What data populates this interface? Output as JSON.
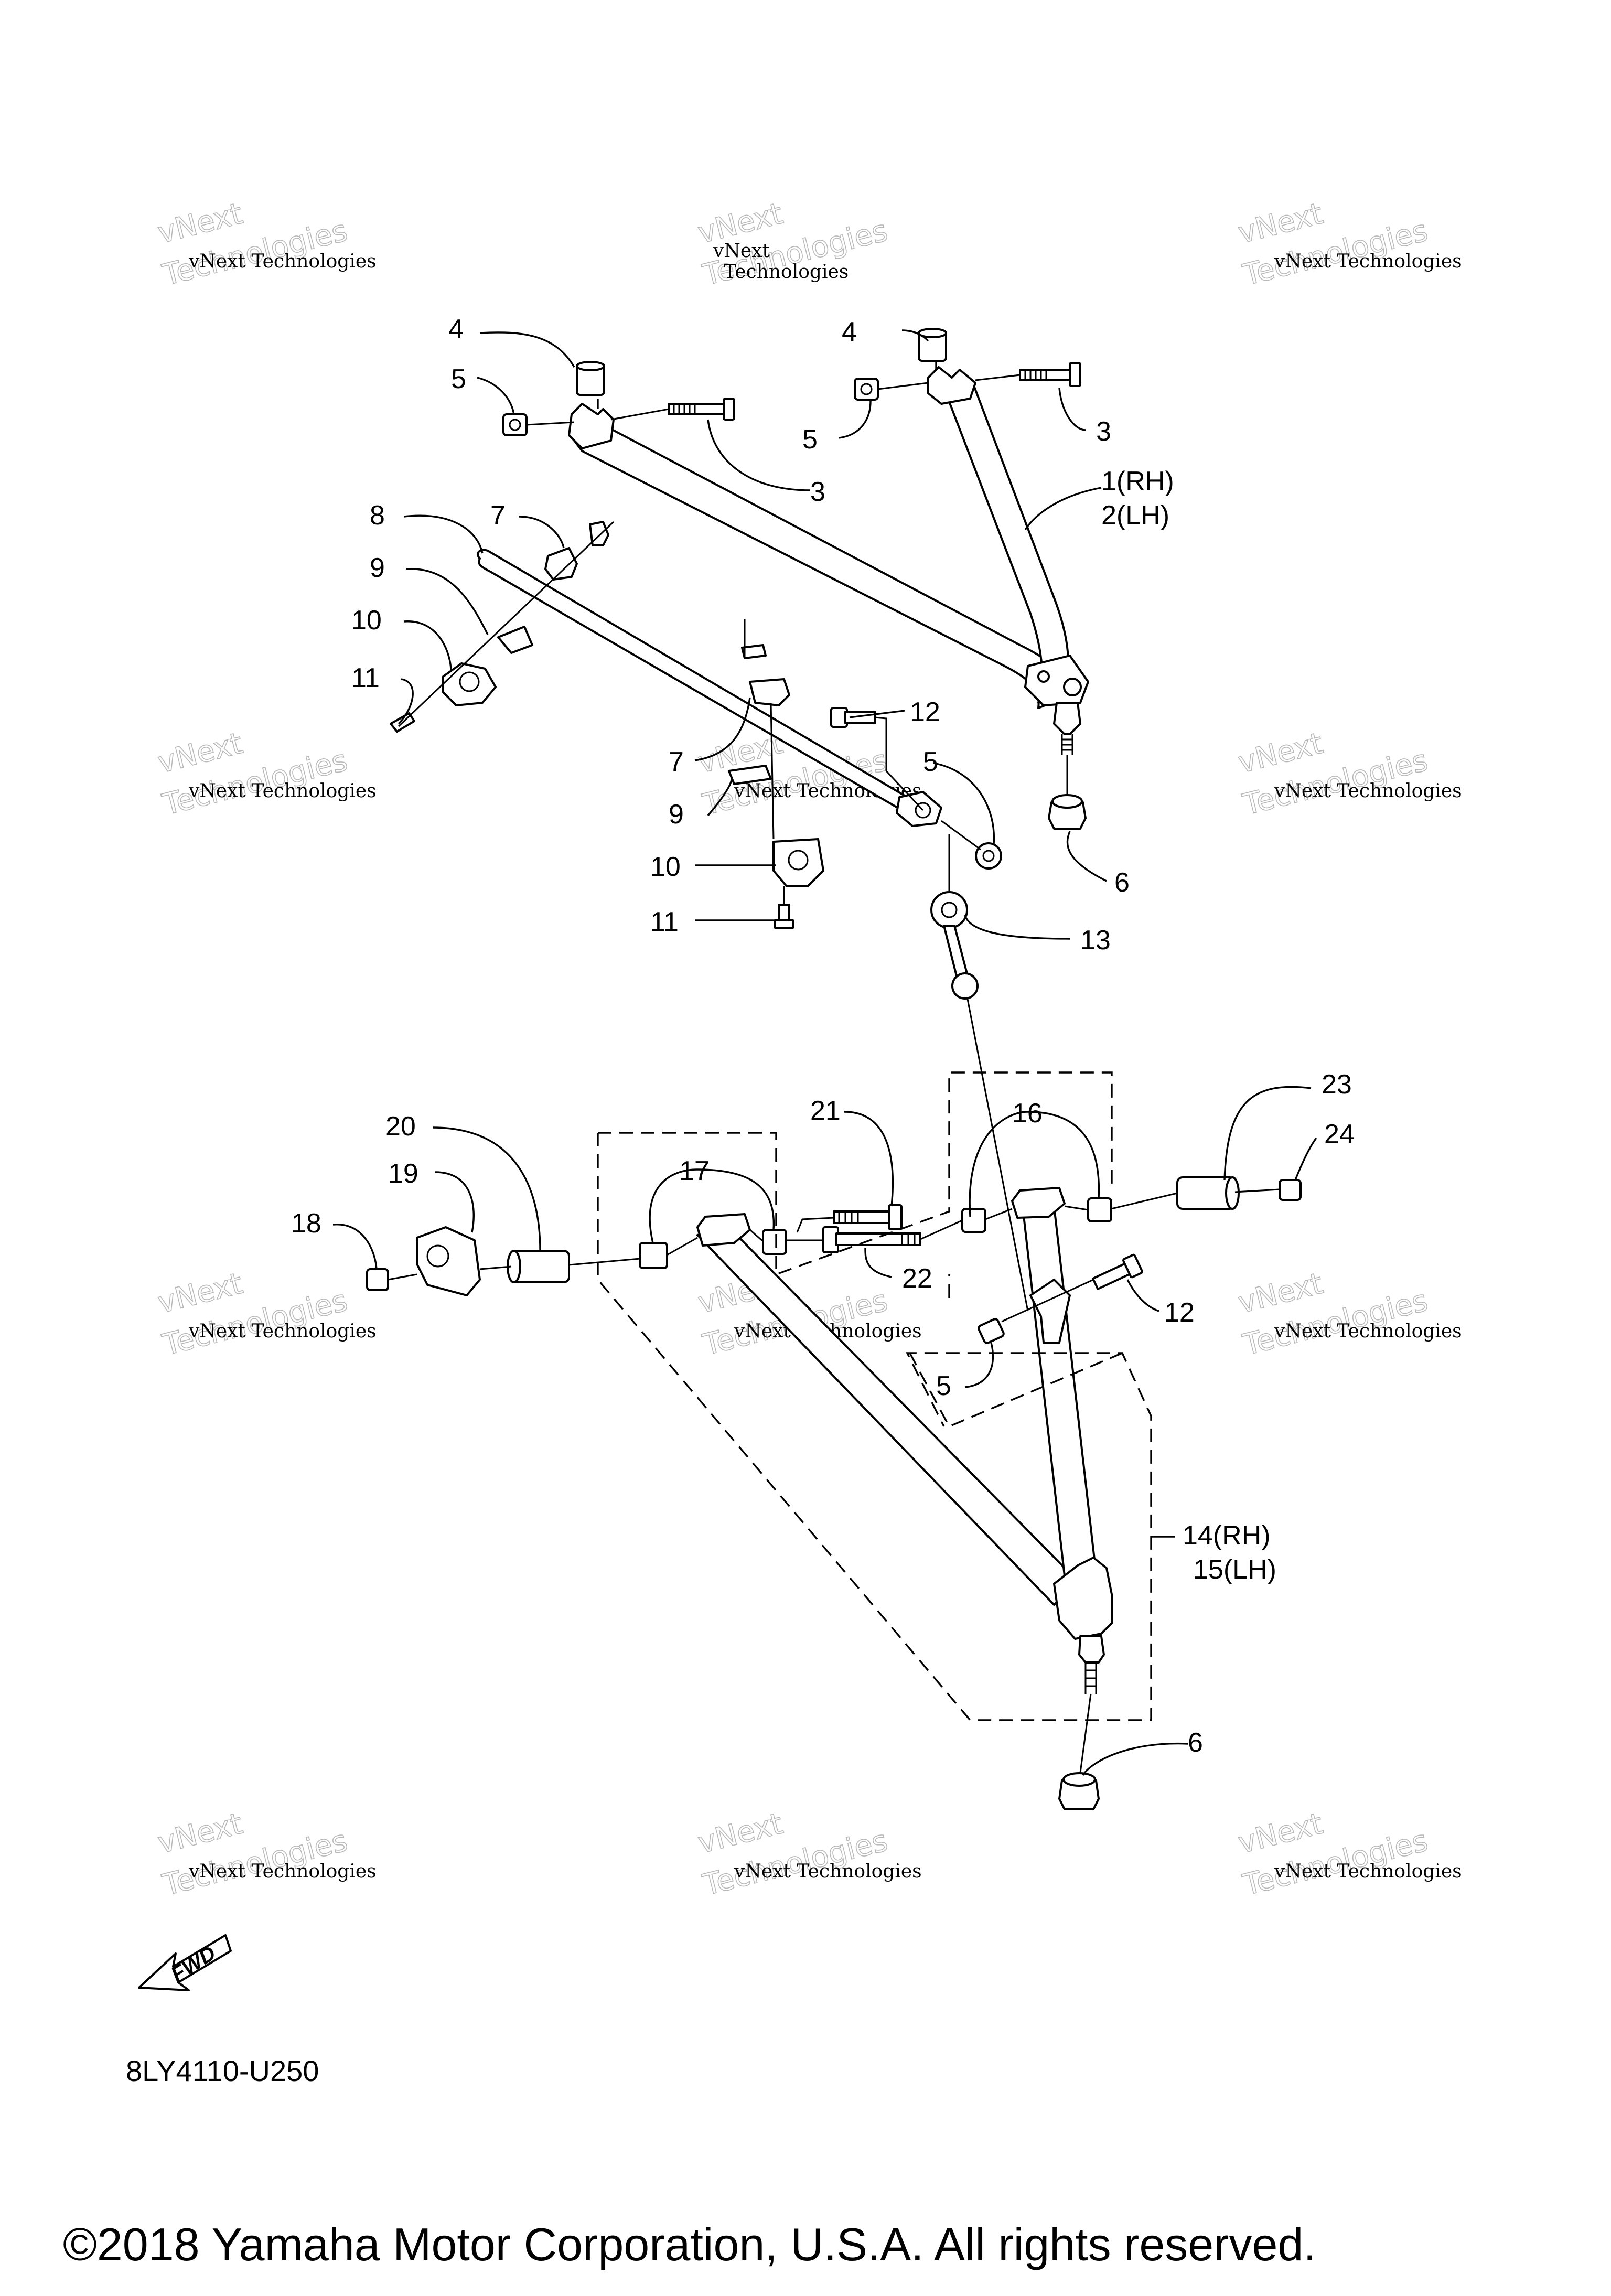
{
  "diagram": {
    "callouts": {
      "c4a": "4",
      "c5a": "5",
      "c5b": "5",
      "c4b": "4",
      "c3a": "3",
      "c3b": "3",
      "c1": "1(RH)",
      "c2": "2(LH)",
      "c8": "8",
      "c7a": "7",
      "c9a": "9",
      "c10a": "10",
      "c11a": "11",
      "c12a": "12",
      "c5c": "5",
      "c7b": "7",
      "c9b": "9",
      "c6a": "6",
      "c10b": "10",
      "c11b": "11",
      "c13": "13",
      "c23": "23",
      "c24": "24",
      "c20": "20",
      "c21": "21",
      "c16": "16",
      "c19": "19",
      "c17": "17",
      "c18": "18",
      "c22": "22",
      "c12b": "12",
      "c5d": "5",
      "c14": "14(RH)",
      "c15": "15(LH)",
      "c6b": "6"
    },
    "watermark_line1": "vNext Technologies",
    "watermark_line2": "vNext",
    "watermark_line3": "Technologies",
    "fwd_label": "FWD",
    "reference_code": "8LY4110-U250",
    "copyright": "©2018 Yamaha Motor Corporation, U.S.A. All rights reserved."
  }
}
